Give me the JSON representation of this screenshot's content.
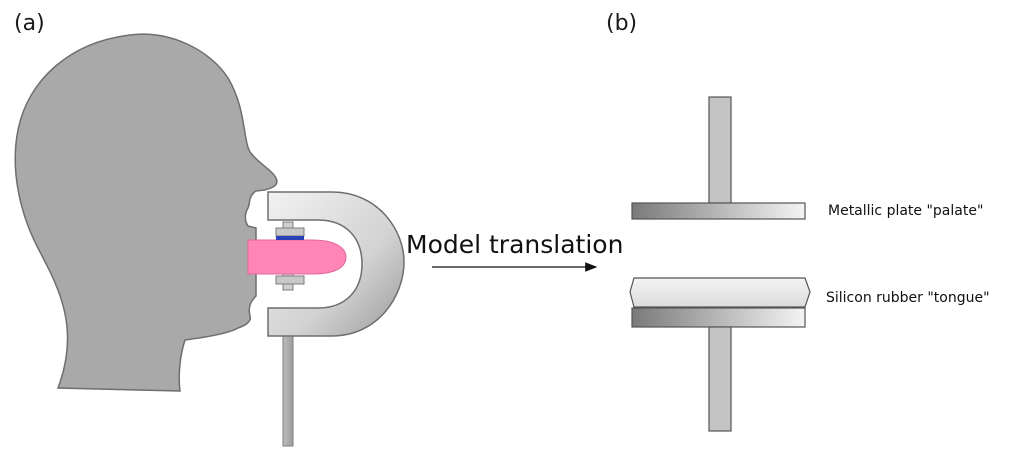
{
  "panel_a": {
    "label": "(a)"
  },
  "panel_b": {
    "label": "(b)"
  },
  "arrow": {
    "label": "Model translation"
  },
  "components": {
    "plate_label": "Metallic plate \"palate\"",
    "tongue_label": "Silicon rubber \"tongue\""
  },
  "colors": {
    "head": "#a9a9a9",
    "head_outline": "#6e6e6e",
    "tongue": "#ff86b6",
    "sensor": "#2a3fb8",
    "metal_dark": "#7a7a7a",
    "metal_light": "#f4f4f4",
    "rubber": "#e6e6e6"
  }
}
